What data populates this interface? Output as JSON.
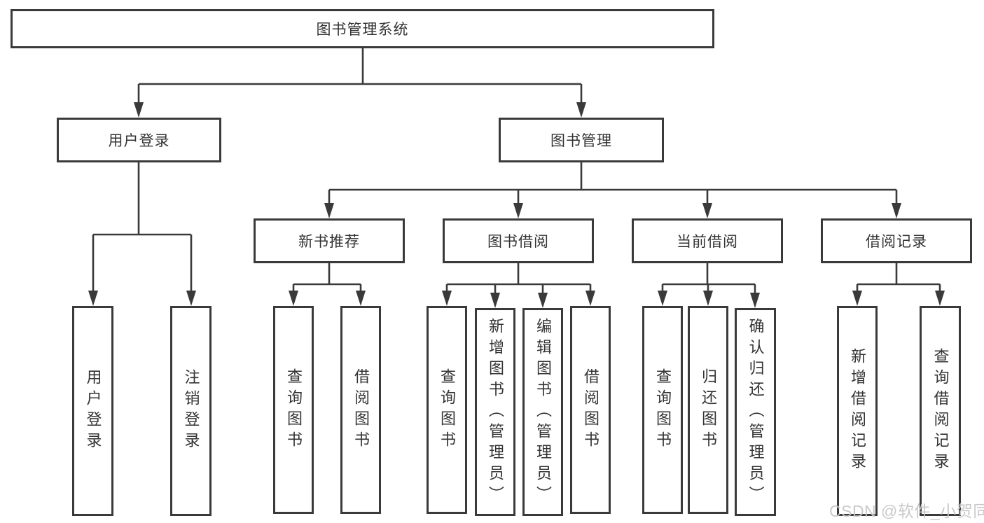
{
  "diagram": {
    "root": "图书管理系统",
    "level2": [
      {
        "label": "用户登录",
        "leaves": [
          "用户登录",
          "注销登录"
        ]
      },
      {
        "label": "图书管理",
        "groups": [
          {
            "label": "新书推荐",
            "leaves": [
              "查询图书",
              "借阅图书"
            ]
          },
          {
            "label": "图书借阅",
            "leaves": [
              "查询图书",
              "新增图书（管理员）",
              "编辑图书（管理员）",
              "借阅图书"
            ]
          },
          {
            "label": "当前借阅",
            "leaves": [
              "查询图书",
              "归还图书",
              "确认归还（管理员）"
            ]
          },
          {
            "label": "借阅记录",
            "leaves": [
              "新增借阅记录",
              "查询借阅记录"
            ]
          }
        ]
      }
    ]
  },
  "watermark": {
    "text": "CSDN @软件_小贺同学"
  },
  "colors": {
    "line": "#3a3a3a",
    "text": "#333333",
    "background": "#ffffff",
    "watermark": "#c7c7c7"
  }
}
